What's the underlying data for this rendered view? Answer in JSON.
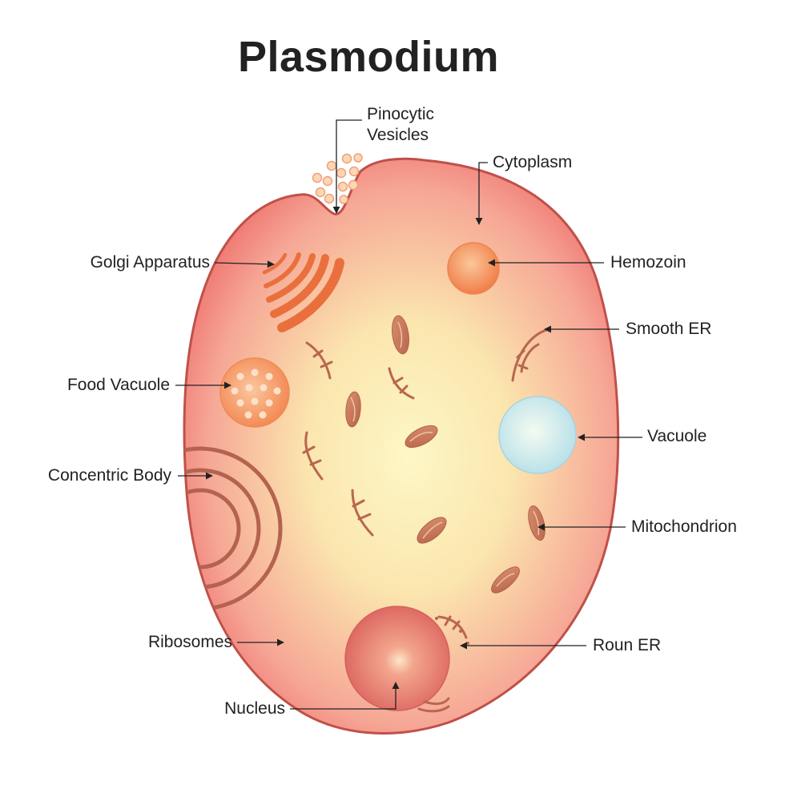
{
  "title": "Plasmodium",
  "colors": {
    "membrane": "#c0504a",
    "cell_outer": "#ee6e6e",
    "cell_inner": "#fdf5c3",
    "organelle": "#c5745a",
    "golgi": "#e9703d",
    "hemozoin": "#f28a52",
    "vacuole": "#bfe3ea",
    "nucleus": "#dd6b62",
    "label": "#222222"
  },
  "labels": {
    "pinocytic_vesicles": [
      "Pinocytic",
      "Vesicles"
    ],
    "cytoplasm": "Cytoplasm",
    "golgi_apparatus": "Golgi Apparatus",
    "hemozoin": "Hemozoin",
    "smooth_er": "Smooth ER",
    "food_vacuole": "Food Vacuole",
    "vacuole": "Vacuole",
    "concentric_body": "Concentric Body",
    "mitochondrion": "Mitochondrion",
    "ribosomes": "Ribosomes",
    "rough_er": "Roun ER",
    "nucleus": "Nucleus"
  }
}
